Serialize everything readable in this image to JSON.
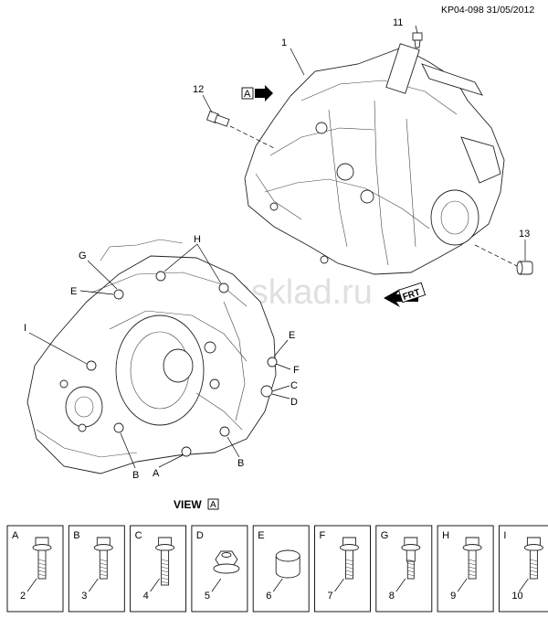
{
  "header": {
    "ref": "KP04-098 31/05/2012"
  },
  "callouts": {
    "c1": "1",
    "c11": "11",
    "c12": "12",
    "c13": "13",
    "viewA_tag": "A",
    "frt": "FRT",
    "G": "G",
    "H": "H",
    "E1": "E",
    "I": "I",
    "E2": "E",
    "F": "F",
    "C": "C",
    "D": "D",
    "B1": "B",
    "A": "A",
    "B2": "B"
  },
  "view_label": {
    "text": "VIEW",
    "tag": "A"
  },
  "watermark": "umsklad.ru",
  "hardware": [
    {
      "letter": "A",
      "number": "2",
      "icon": "flange-bolt-icon"
    },
    {
      "letter": "B",
      "number": "3",
      "icon": "flange-bolt-icon"
    },
    {
      "letter": "C",
      "number": "4",
      "icon": "stud-bolt-icon"
    },
    {
      "letter": "D",
      "number": "5",
      "icon": "flange-nut-icon"
    },
    {
      "letter": "E",
      "number": "6",
      "icon": "dowel-sleeve-icon"
    },
    {
      "letter": "F",
      "number": "7",
      "icon": "flange-bolt-icon"
    },
    {
      "letter": "G",
      "number": "8",
      "icon": "shouldered-bolt-icon"
    },
    {
      "letter": "H",
      "number": "9",
      "icon": "flange-bolt-icon"
    },
    {
      "letter": "I",
      "number": "10",
      "icon": "flange-bolt-icon"
    }
  ]
}
